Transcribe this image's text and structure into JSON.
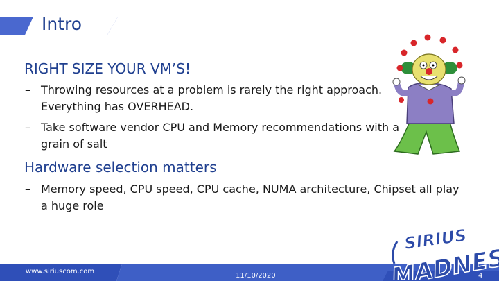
{
  "slide": {
    "title": "Intro",
    "heading1": "RIGHT SIZE YOUR VM’S!",
    "bullets1": [
      {
        "dash": "–",
        "text": "Throwing resources at a problem is rarely the right approach. Everything has OVERHEAD."
      },
      {
        "dash": "–",
        "text": "Take software vendor CPU and Memory recommendations with a grain of salt"
      }
    ],
    "heading2": "Hardware selection matters",
    "bullets2": [
      {
        "dash": "–",
        "text": "Memory speed, CPU speed, CPU cache, NUMA architecture, Chipset all play a huge role"
      }
    ]
  },
  "logo": {
    "top_text": "SIRIUS",
    "bottom_text": "MADNESS"
  },
  "footer": {
    "url": "www.siriuscom.com",
    "date": "11/10/2020",
    "page": "4"
  },
  "colors": {
    "accent": "#3a57c4",
    "heading": "#1f3f8f",
    "footer": "#2f4fb8"
  }
}
